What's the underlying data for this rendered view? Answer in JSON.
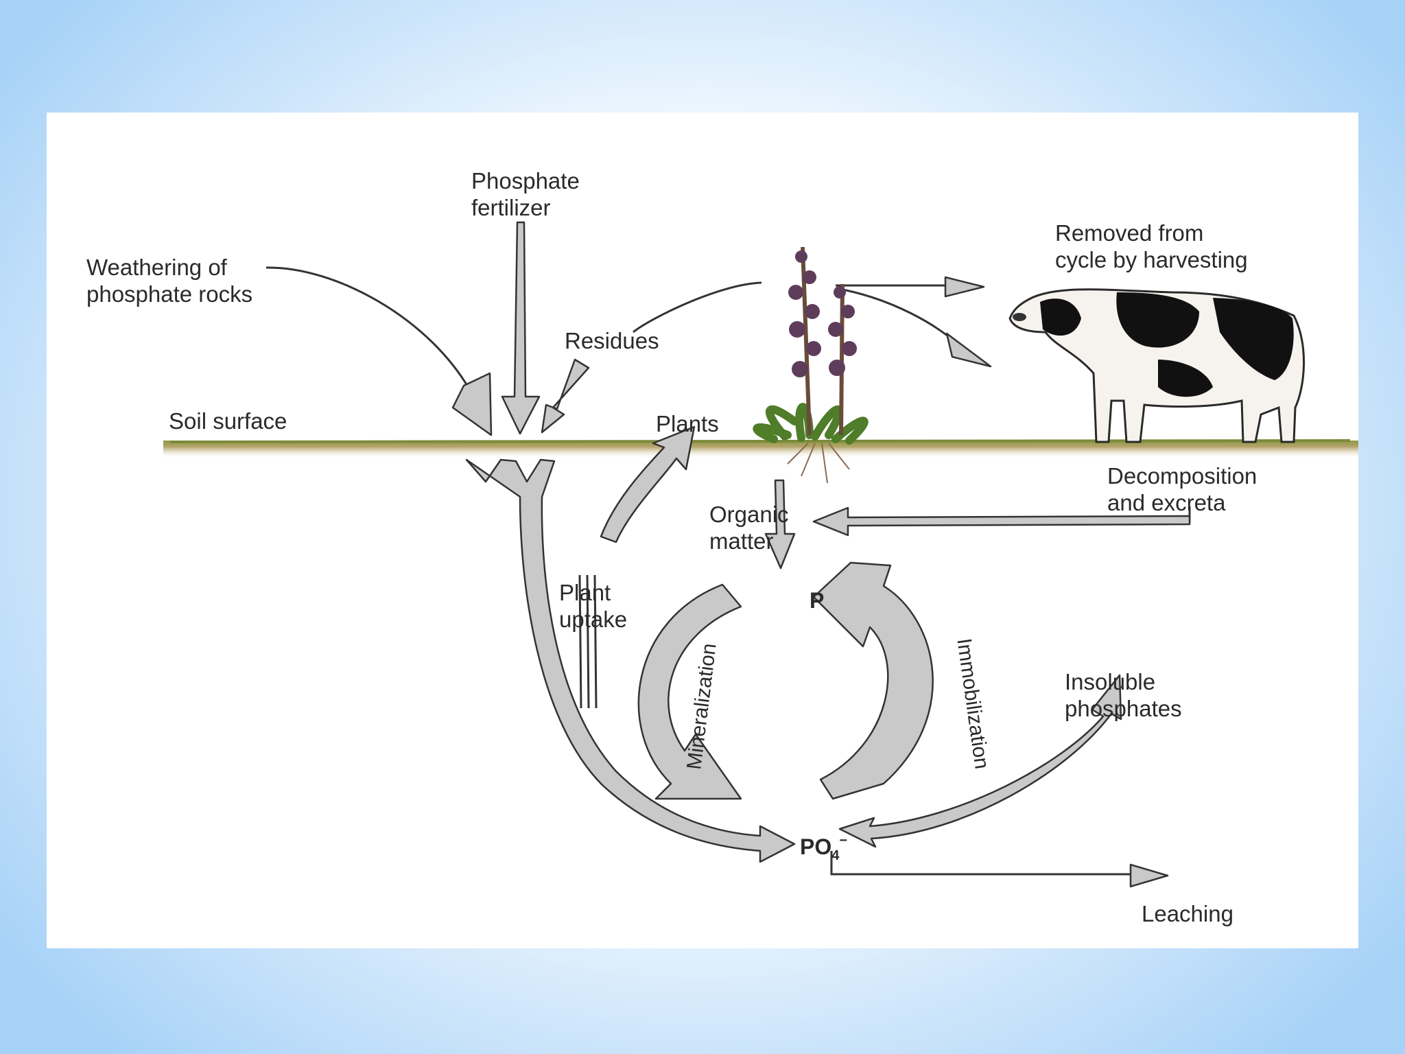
{
  "labels": {
    "phosphate_fertilizer": "Phosphate\nfertilizer",
    "weathering": "Weathering of\nphosphate rocks",
    "residues": "Residues",
    "removed": "Removed from\ncycle by harvesting",
    "soil_surface": "Soil surface",
    "plants": "Plants",
    "decomposition": "Decomposition\nand excreta",
    "organic_matter": "Organic\nmatter",
    "p": "P",
    "plant_uptake": "Plant\nuptake",
    "mineralization": "Mineralization",
    "immobilization": "Immobilization",
    "insoluble": "Insoluble\nphosphates",
    "po4_main": "PO",
    "po4_sub": "4",
    "po4_sup": "−",
    "leaching": "Leaching"
  },
  "icons": [
    "plant-illustration",
    "cow-illustration"
  ],
  "colors": {
    "background_edge": "#a7d2f7",
    "arrow_fill": "#c9c9c9",
    "arrow_stroke": "#333333",
    "soil_line": "#7d8a3c"
  }
}
